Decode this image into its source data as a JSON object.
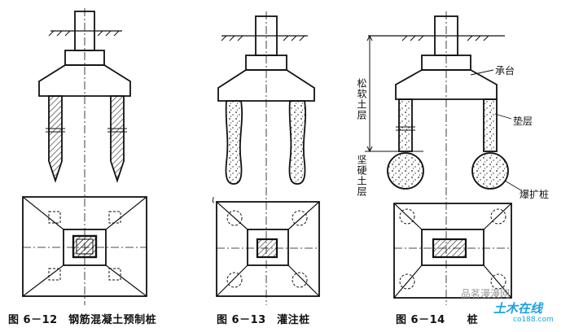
{
  "figures": [
    {
      "caption": "图 6－12　钢筋混凝土预制桩"
    },
    {
      "caption": "图 6－13　灌注桩"
    },
    {
      "caption": "图 6－14　　桩"
    }
  ],
  "labels": {
    "cap": "承台",
    "cushion": "垫层",
    "soft_soil": "松软土层",
    "hard_soil": "坚硬土层",
    "blast_pile": "爆扩桩"
  },
  "stray_mark": "ι",
  "watermark": {
    "line1": "品茗漫漫网",
    "line2": "土木在线",
    "line3": "co188.com"
  },
  "colors": {
    "ink": "#111111",
    "hatch": "#222222",
    "watermark": "#1aa3e0"
  }
}
